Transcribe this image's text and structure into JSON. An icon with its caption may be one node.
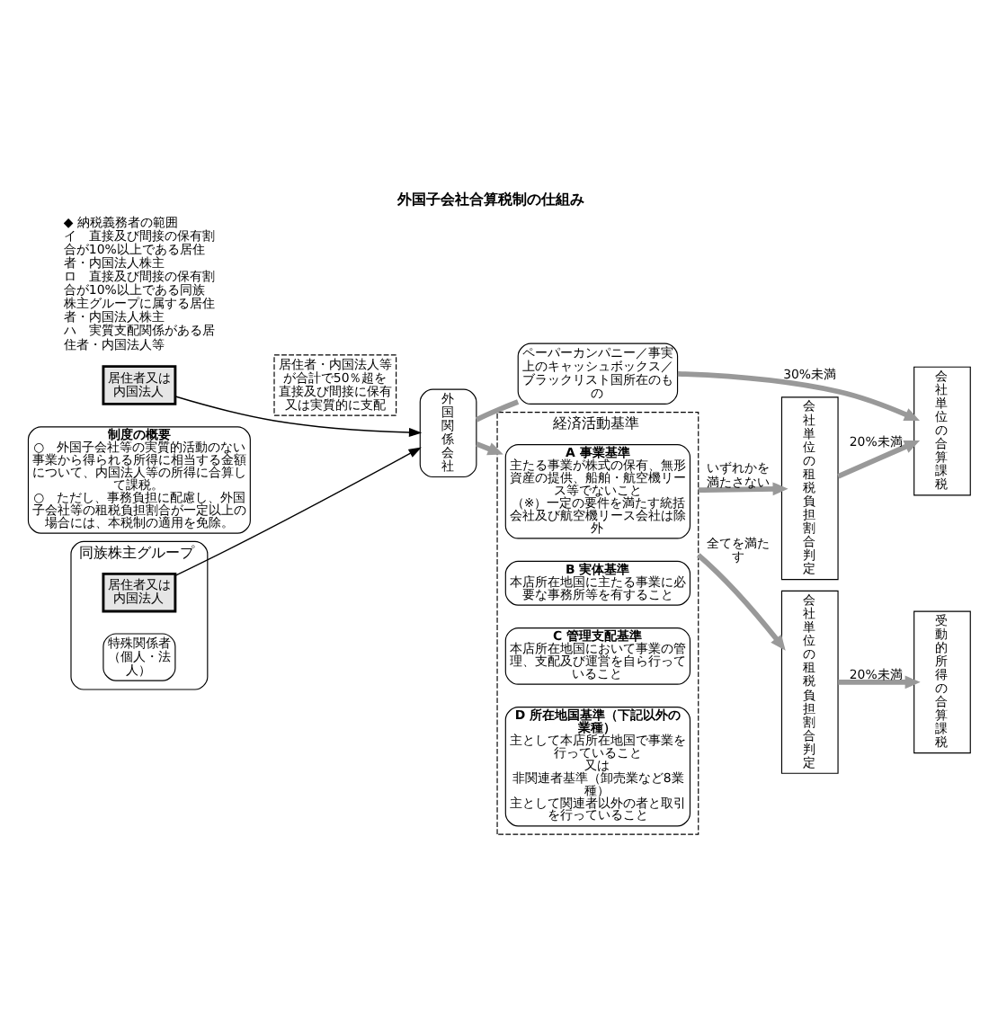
{
  "diagram": {
    "title": "外国子会社合算税制の仕組み",
    "nodes": [
      {
        "text": [
          "制度の概要",
          "○　外国子会社等の実質的活動のない事業から得られる所得に相当する金額について、内国法人等の所得に合算して課税。",
          "○　ただし、事務負担に配慮し、外国子会社等の租税負担割合が一定以上の場合には、本税制の適用を免除。"
        ]
      },
      {
        "text": [
          "居住者又は内国法人"
        ]
      },
      {
        "text": [
          "同族株主グループ"
        ]
      },
      {
        "text": [
          "居住者又は内国法人"
        ],
        "in": 2
      },
      {
        "text": [
          "特殊関係者（個人・法人）"
        ],
        "in": 2
      },
      {
        "text": [
          "居住者・内国法人等が合計で50％超を直接及び間接に保有又は実質的に支配"
        ]
      },
      {
        "text": [
          "外国関係会社"
        ]
      },
      {
        "text": [
          "ペーパーカンパニー／事実上のキャッシュボックス／ブラックリスト国所在のもの"
        ]
      },
      {
        "text": [
          "経済活動基準"
        ]
      },
      {
        "text": [
          "A 事業基準",
          "主たる事業が株式の保有、無形資産の提供、船舶・航空機リース等でないこと",
          "（※）一定の要件を満たす統括会社及び航空機リース会社は除外"
        ],
        "in": 8
      },
      {
        "text": [
          "B 実体基準",
          "本店所在地国に主たる事業に必要な事務所等を有すること"
        ],
        "in": 8
      },
      {
        "text": [
          "C 管理支配基準",
          "本店所在地国において事業の管理、支配及び運営を自ら行っていること"
        ],
        "in": 8
      },
      {
        "text": [
          "D 所在地国基準（下記以外の業種）",
          "主として本店所在地国で事業を行っていること",
          "又は",
          "非関連者基準（卸売業など8業種）",
          "主として関連者以外の者と取引を行っていること"
        ],
        "in": 8
      },
      {
        "text": [
          "会社単位の租税負担割合判定"
        ]
      },
      {
        "text": [
          "会社単位の合算課税"
        ]
      },
      {
        "text": [
          "会社単位の租税負担割合判定"
        ]
      },
      {
        "text": [
          "受動的所得の合算課税"
        ]
      }
    ],
    "edges": [
      {
        "from": 1,
        "to": 6,
        "arrow": "to",
        "color": "#000000"
      },
      {
        "from": 3,
        "to": 6,
        "arrow": "to",
        "color": "#000000"
      },
      {
        "from": 6,
        "to": 7,
        "arrow": "none"
      },
      {
        "from": 7,
        "to": 14,
        "arrow": "to",
        "label": "30%未満"
      },
      {
        "from": 6,
        "to": 8,
        "arrow": "to"
      },
      {
        "from": 8,
        "to": 13,
        "arrow": "to",
        "label": "いずれかを満たさない"
      },
      {
        "from": 13,
        "to": 14,
        "arrow": "to",
        "label": "20%未満"
      },
      {
        "from": 8,
        "to": 15,
        "arrow": "to",
        "label": "全てを満たす"
      },
      {
        "from": 15,
        "to": 16,
        "arrow": "to",
        "label": "20%未満"
      }
    ],
    "labels": [
      "◆ 納税義務者の範囲",
      "イ　直接及び間接の保有割合が10%以上である居住者・内国法人株主",
      "ロ　直接及び間接の保有割合が10%以上である同族株主グループに属する居住者・内国法人株主",
      "ハ　実質支配関係がある居住者・内国法人等"
    ]
  }
}
